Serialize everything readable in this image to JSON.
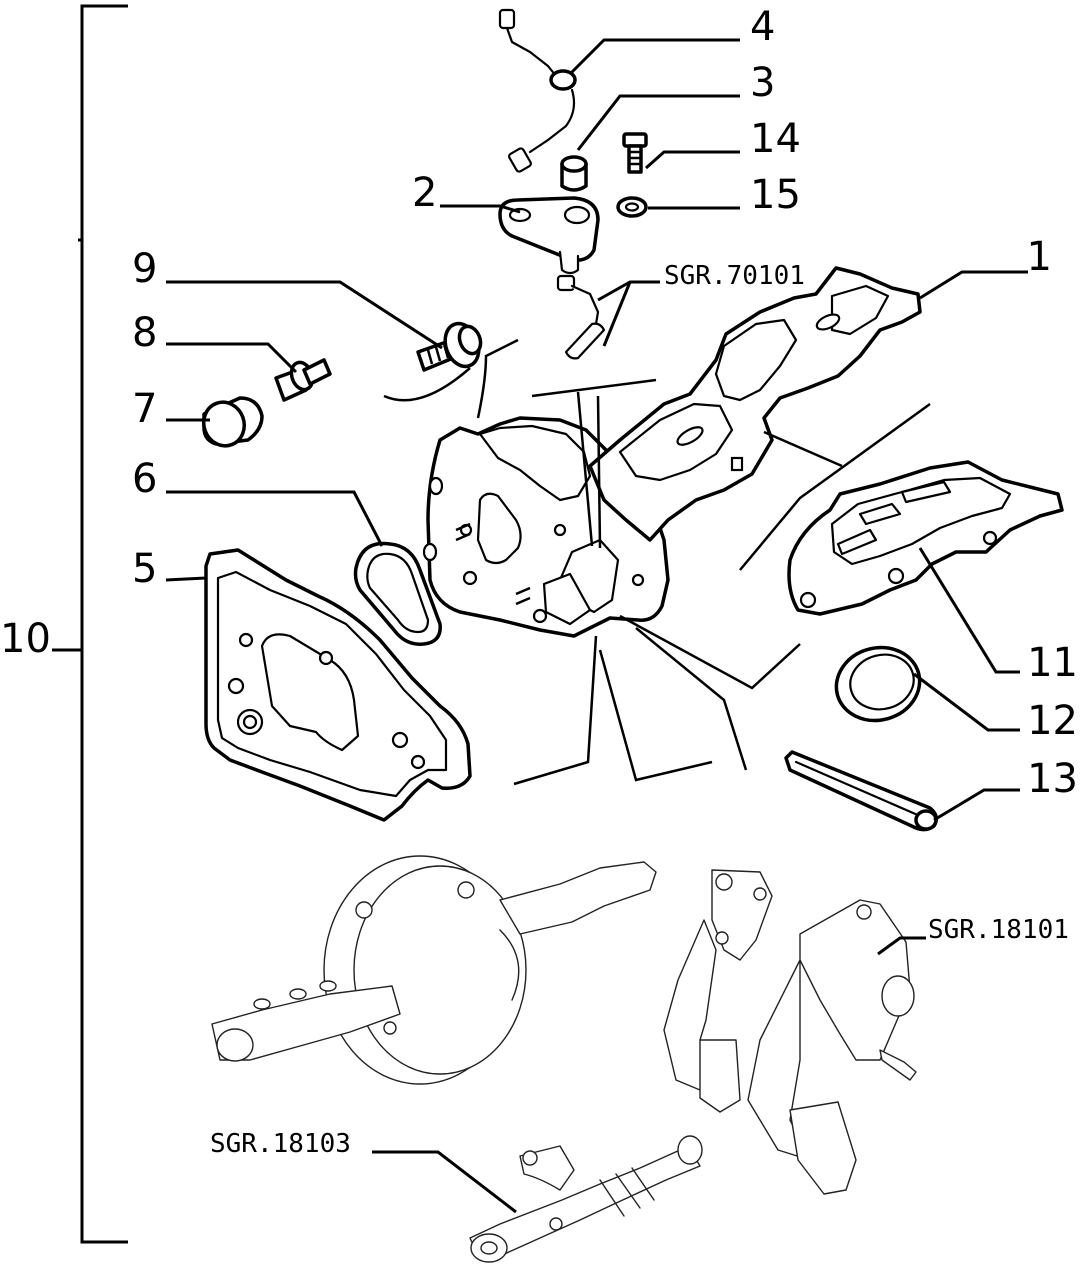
{
  "callouts": [
    {
      "id": "1",
      "label": "1"
    },
    {
      "id": "2",
      "label": "2"
    },
    {
      "id": "3",
      "label": "3"
    },
    {
      "id": "4",
      "label": "4"
    },
    {
      "id": "5",
      "label": "5"
    },
    {
      "id": "6",
      "label": "6"
    },
    {
      "id": "7",
      "label": "7"
    },
    {
      "id": "8",
      "label": "8"
    },
    {
      "id": "9",
      "label": "9"
    },
    {
      "id": "10",
      "label": "10"
    },
    {
      "id": "11",
      "label": "11"
    },
    {
      "id": "12",
      "label": "12"
    },
    {
      "id": "13",
      "label": "13"
    },
    {
      "id": "14",
      "label": "14"
    },
    {
      "id": "15",
      "label": "15"
    }
  ],
  "references": [
    {
      "id": "sgr-70101",
      "label": "SGR.70101"
    },
    {
      "id": "sgr-18101",
      "label": "SGR.18101"
    },
    {
      "id": "sgr-18103",
      "label": "SGR.18103"
    }
  ]
}
